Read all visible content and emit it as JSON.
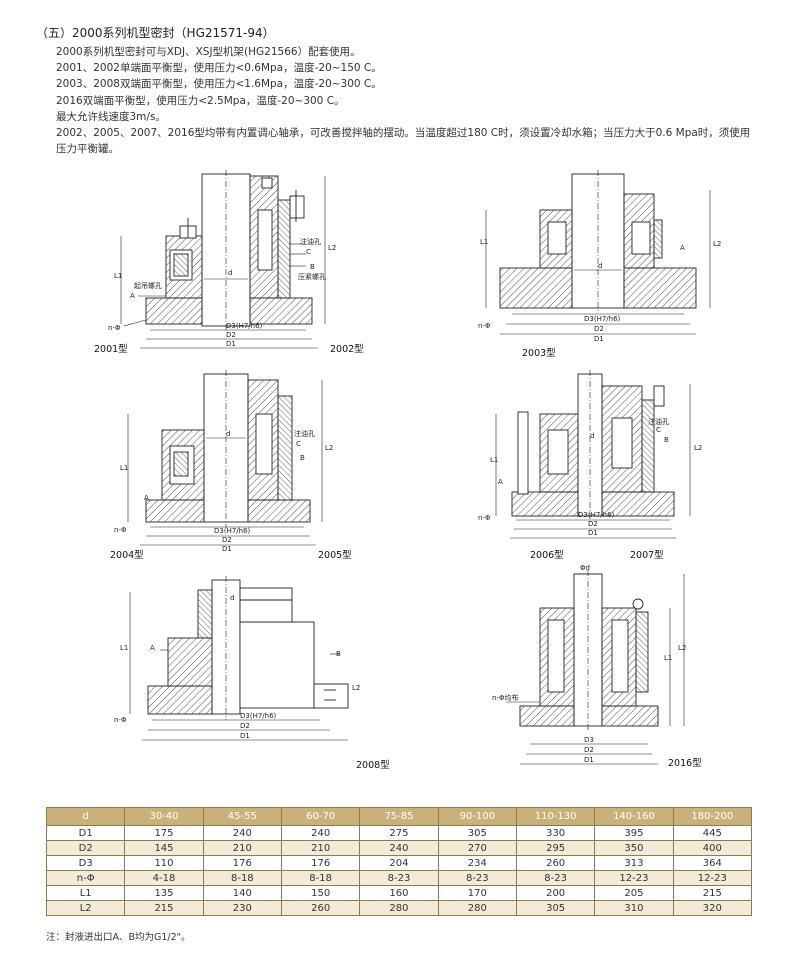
{
  "section_title": "（五）2000系列机型密封（HG21571-94）",
  "description": [
    "2000系列机型密封可与XDJ、XSJ型机架(HG21566）配套使用。",
    "2001、2002单端面平衡型，使用压力<0.6Mpa，温度-20~150 C。",
    "2003、2008双端面平衡型，使用压力<1.6Mpa，温度-20~300 C。",
    "2016双端面平衡型，使用压力<2.5Mpa，温度-20~300 C。",
    "最大允许线速度3m/s。",
    "2002、2005、2007、2016型均带有内置调心轴承，可改善搅拌轴的摆动。当温度超过180 C时，须设置冷却水箱；当压力大于0.6 Mpa时，须使用压力平衡罐。"
  ],
  "drawings": {
    "d1": {
      "model_left": "2001型",
      "model_right": "2002型",
      "fitting_a": "起吊螺孔",
      "port_a": "A",
      "oil_hole": "注油孔",
      "port_c": "C",
      "port_b": "B",
      "bolt": "压紧螺孔",
      "d": "d",
      "n": "n-Φ",
      "l1": "L1",
      "l2": "L2",
      "dim_d3": "D3(H7/h6)",
      "dim_d2": "D2",
      "dim_d1": "D1"
    },
    "d2": {
      "model": "2003型",
      "port_a": "A",
      "d": "d",
      "n": "n-Φ",
      "l1": "L1",
      "l2": "L2",
      "dim_d3": "D3(H7/h6)",
      "dim_d2": "D2",
      "dim_d1": "D1"
    },
    "d3": {
      "model_left": "2004型",
      "model_right": "2005型",
      "oil_hole": "注油孔",
      "port_c": "C",
      "port_b": "B",
      "port_a": "A",
      "d": "d",
      "n": "n-Φ",
      "l1": "L1",
      "l2": "L2",
      "dim_d3": "D3(H7/h6)",
      "dim_d2": "D2",
      "dim_d1": "D1"
    },
    "d4": {
      "model_left": "2006型",
      "model_right": "2007型",
      "oil_hole": "注油孔",
      "port_c": "C",
      "port_b": "B",
      "port_a": "A",
      "d": "d",
      "n": "n-Φ",
      "l1": "L1",
      "l2": "L2",
      "dim_d3": "D3(H7/h6)",
      "dim_d2": "D2",
      "dim_d1": "D1"
    },
    "d5": {
      "model": "2008型",
      "port_a": "A",
      "port_b": "B",
      "d": "d",
      "n": "n-Φ",
      "l1": "L1",
      "l2": "L2",
      "dim_d3": "D3(H7/h6)",
      "dim_d2": "D2",
      "dim_d1": "D1"
    },
    "d6": {
      "model": "2016型",
      "d": "Φd",
      "n": "n-Φ均布",
      "l1": "L1",
      "l2": "L2",
      "dim_d3": "D3",
      "dim_d2": "D2",
      "dim_d1": "D1"
    }
  },
  "table": {
    "header": [
      "d",
      "30-40",
      "45-55",
      "60-70",
      "75-85",
      "90-100",
      "110-130",
      "140-160",
      "180-200"
    ],
    "rows": [
      [
        "D1",
        "175",
        "240",
        "240",
        "275",
        "305",
        "330",
        "395",
        "445"
      ],
      [
        "D2",
        "145",
        "210",
        "210",
        "240",
        "270",
        "295",
        "350",
        "400"
      ],
      [
        "D3",
        "110",
        "176",
        "176",
        "204",
        "234",
        "260",
        "313",
        "364"
      ],
      [
        "n-Φ",
        "4-18",
        "8-18",
        "8-18",
        "8-23",
        "8-23",
        "8-23",
        "12-23",
        "12-23"
      ],
      [
        "L1",
        "135",
        "140",
        "150",
        "160",
        "170",
        "200",
        "205",
        "215"
      ],
      [
        "L2",
        "215",
        "230",
        "260",
        "280",
        "280",
        "305",
        "310",
        "320"
      ]
    ]
  },
  "note": "注：封液进出口A、B均为G1/2\"。",
  "colors": {
    "table_header": "#c9b27a",
    "table_alt_row": "#f2ebd7",
    "line": "#222222"
  }
}
